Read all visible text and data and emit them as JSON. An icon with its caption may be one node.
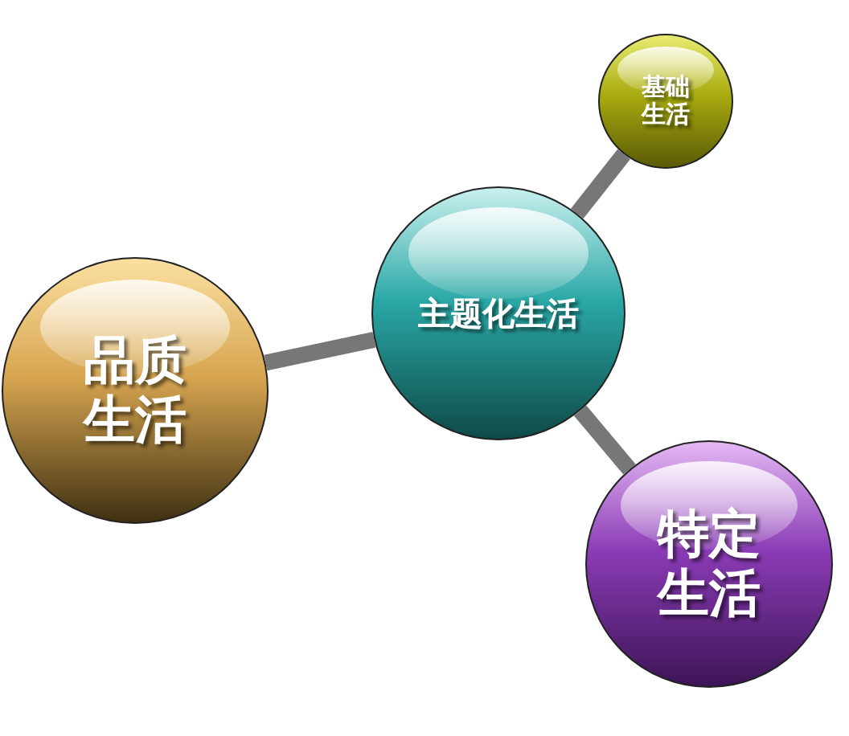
{
  "diagram": {
    "nodes": [
      {
        "text": [
          "主题化生活"
        ]
      },
      {
        "text": [
          "基础生活"
        ]
      },
      {
        "text": [
          "品质生活"
        ]
      },
      {
        "text": [
          "特定生活"
        ]
      }
    ],
    "edges": [
      {
        "from": 0,
        "to": 1,
        "arrow": "none"
      },
      {
        "from": 0,
        "to": 2,
        "arrow": "none"
      },
      {
        "from": 0,
        "to": 3,
        "arrow": "none"
      }
    ]
  }
}
